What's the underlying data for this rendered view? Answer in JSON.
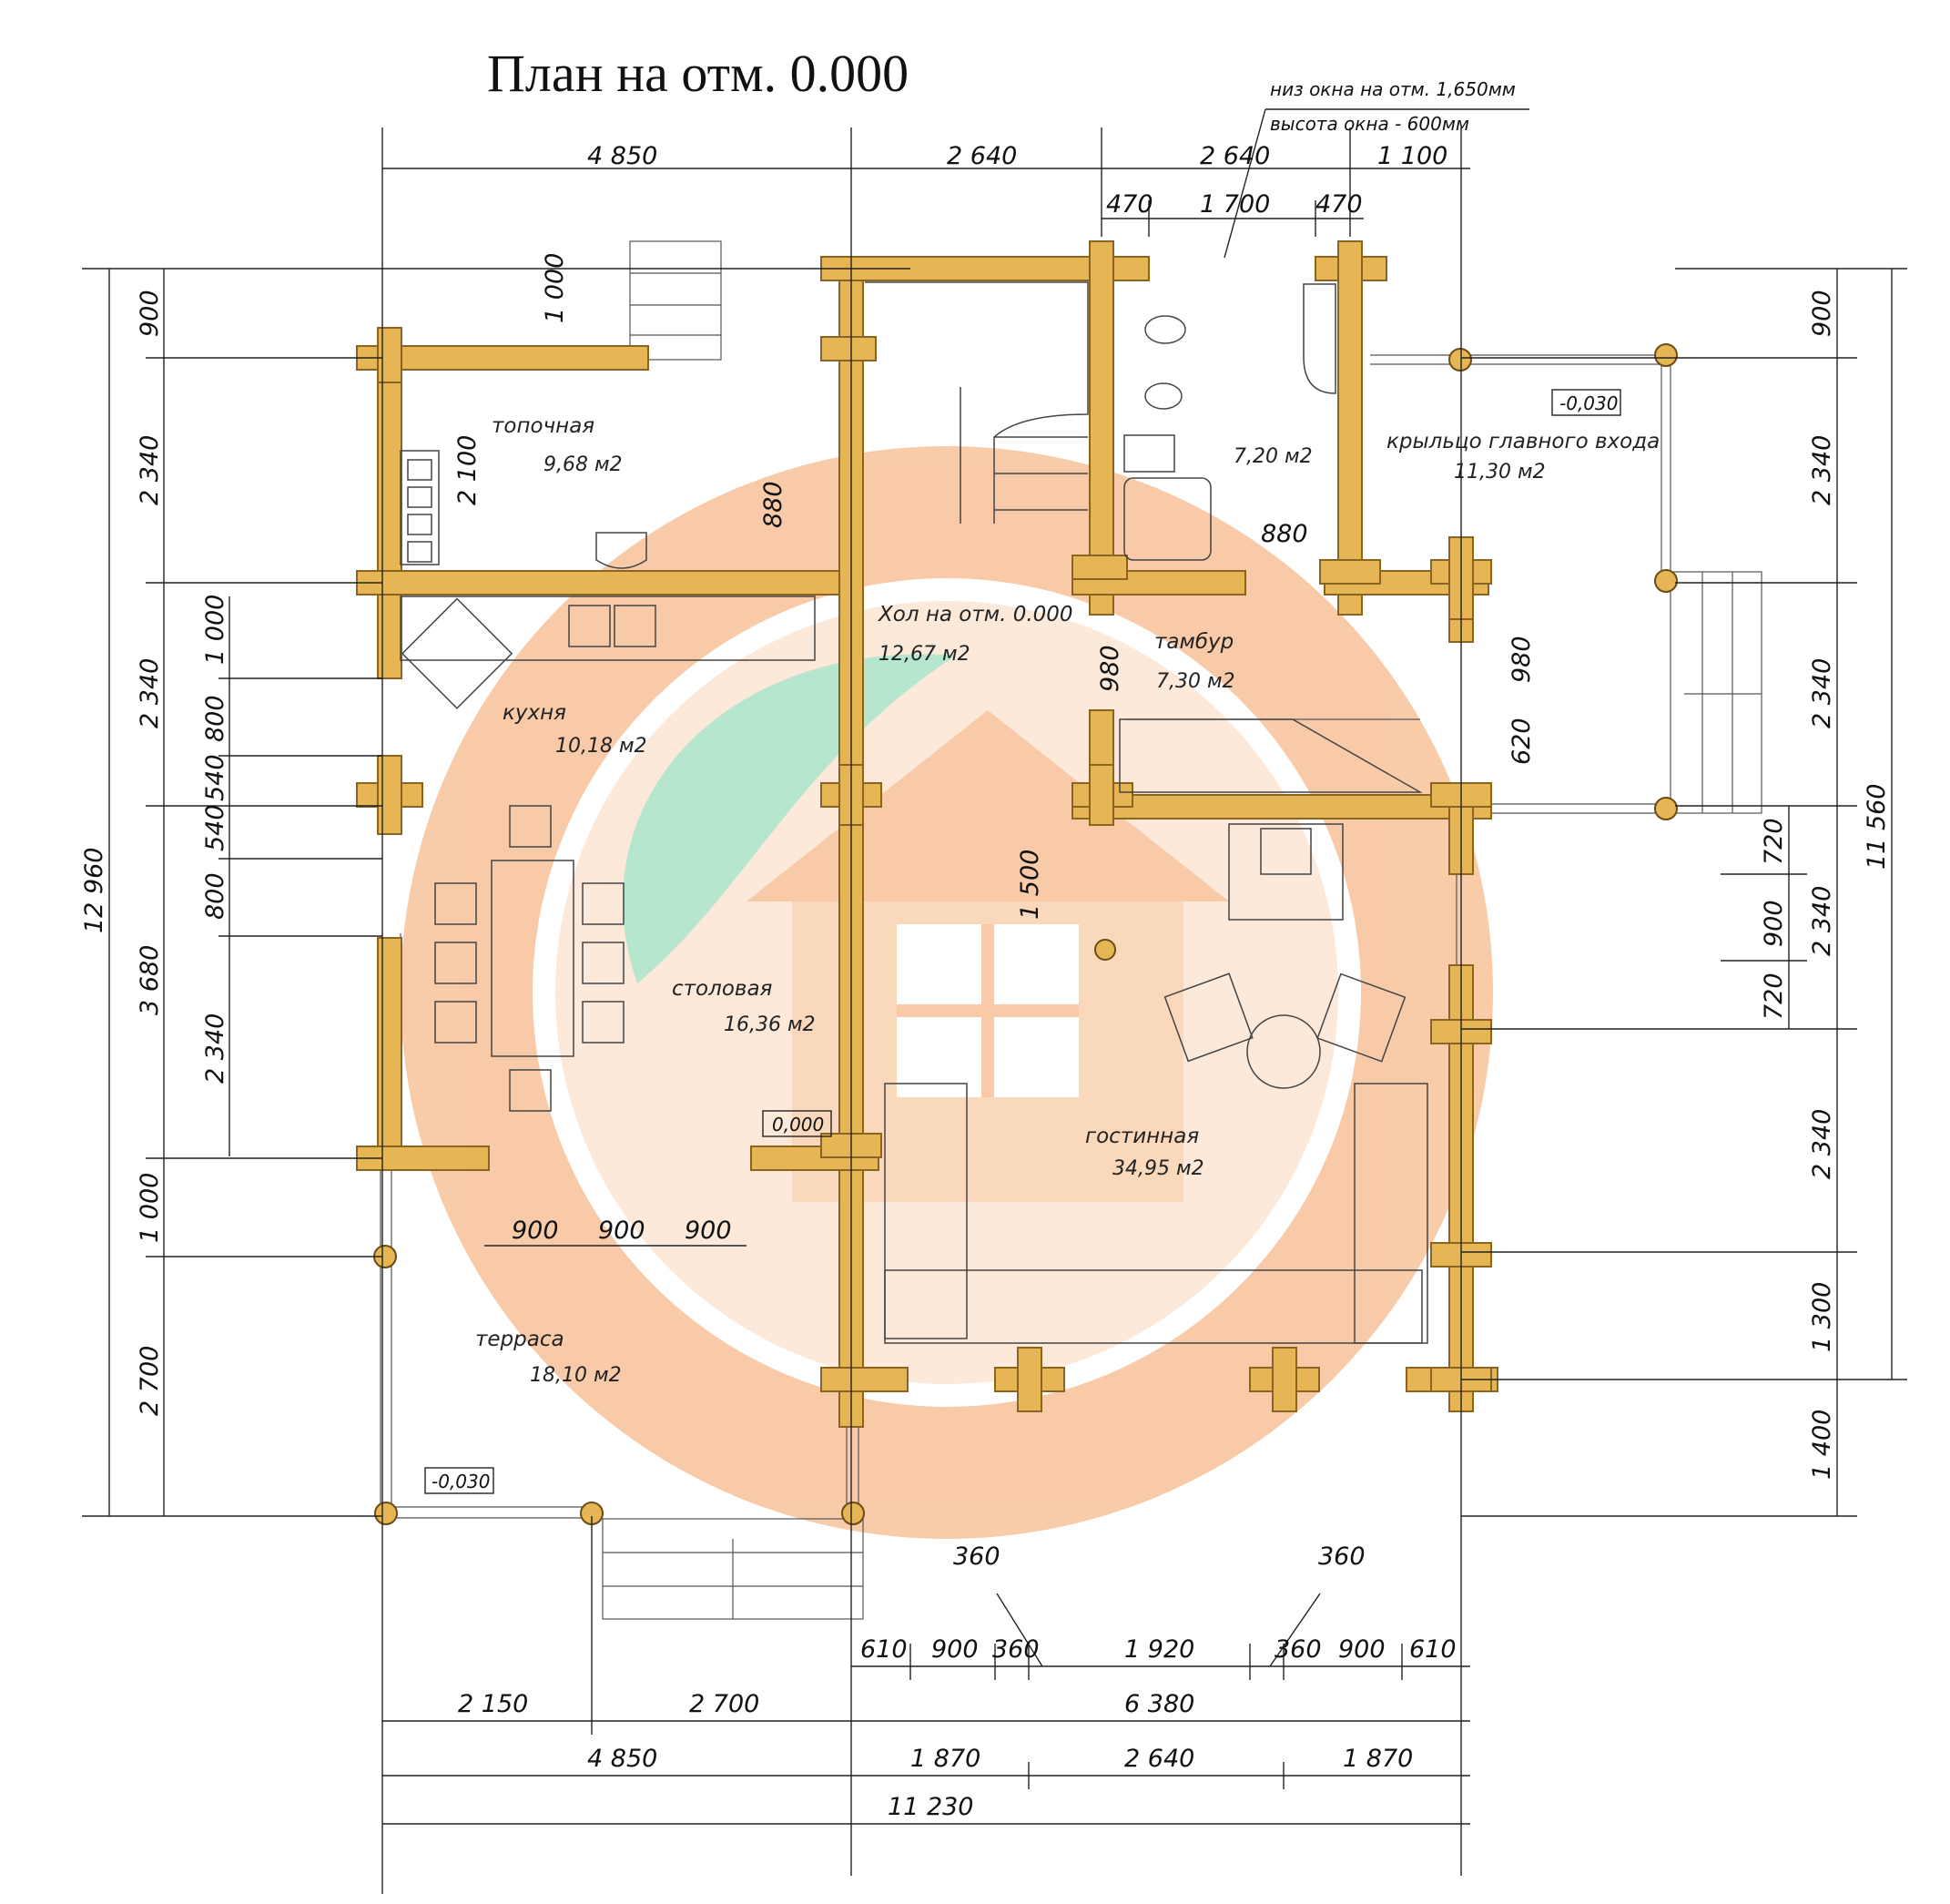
{
  "title": "План на отм.  0.000",
  "window_note": {
    "line1": "низ окна на отм. 1,650мм",
    "line2": "высота окна - 600мм"
  },
  "rooms": {
    "boiler": {
      "name": "топочная",
      "area": "9,68 м2"
    },
    "bathroom": {
      "name": "",
      "area": "7,20 м2"
    },
    "porch": {
      "name": "крыльцо главного входа",
      "area": "11,30 м2"
    },
    "hall": {
      "name": "Хол на отм. 0.000",
      "area": "12,67 м2"
    },
    "vestibule": {
      "name": "тамбур",
      "area": "7,30 м2"
    },
    "kitchen": {
      "name": "кухня",
      "area": "10,18 м2"
    },
    "dining": {
      "name": "столовая",
      "area": "16,36 м2"
    },
    "living": {
      "name": "гостинная",
      "area": "34,95 м2"
    },
    "terrace": {
      "name": "терраса",
      "area": "18,10 м2"
    }
  },
  "levels": {
    "porch": "-0,030",
    "dining": "0,000",
    "terrace": "-0,030"
  },
  "dims": {
    "top1": [
      "4 850",
      "2 640",
      "2 640",
      "1 100"
    ],
    "top2": [
      "470",
      "1 700",
      "470"
    ],
    "left_outer": "12 960",
    "left1": [
      "900",
      "2 340",
      "2 340",
      "3 680",
      "1 000",
      "2 700"
    ],
    "left2": [
      "1 000",
      "800",
      "540",
      "540",
      "800",
      "2 340"
    ],
    "right_outer": "11 560",
    "right1": [
      "900",
      "2 340",
      "2 340",
      "2 340",
      "2 340",
      "1 300",
      "1 400"
    ],
    "right2": [
      "720",
      "900",
      "720"
    ],
    "inner": {
      "door_boiler": "1 000",
      "boiler_h": "2 100",
      "stair_door": "880",
      "bath_door": "880",
      "vest_980a": "980",
      "vest_980b": "980",
      "vest_620": "620",
      "fire_1500": "1 500",
      "ter_doors": [
        "900",
        "900",
        "900"
      ]
    },
    "bottom_callouts": [
      "360",
      "360"
    ],
    "bottom1": [
      "610",
      "900",
      "360",
      "1 920",
      "360",
      "900",
      "610"
    ],
    "bottom2": [
      "2 150",
      "2 700",
      "6 380"
    ],
    "bottom3": [
      "4 850",
      "1 870",
      "2 640",
      "1 870"
    ],
    "bottom_total": "11 230"
  }
}
